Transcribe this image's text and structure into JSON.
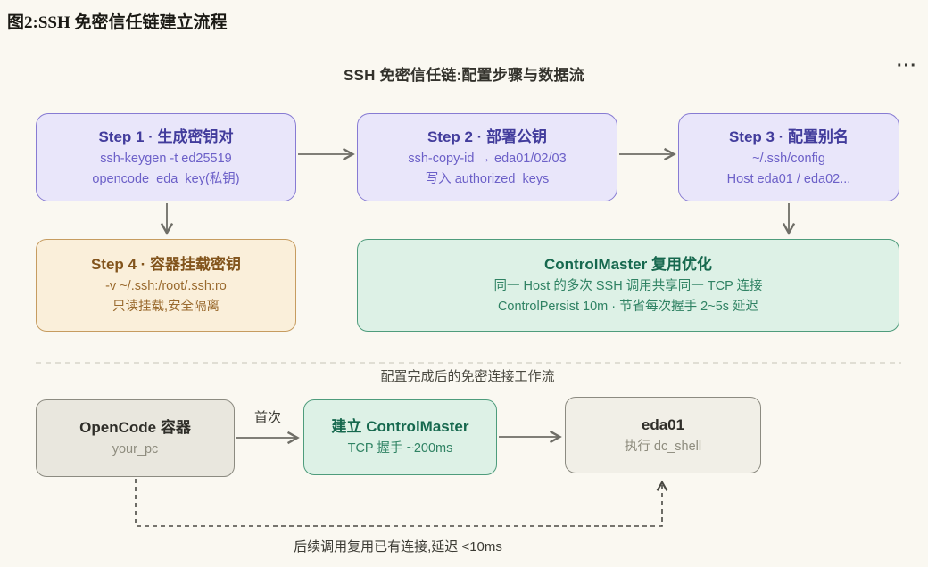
{
  "page": {
    "figure_title": "图2:SSH 免密信任链建立流程"
  },
  "diagram": {
    "title": "SSH 免密信任链:配置步骤与数据流",
    "more_options": "···"
  },
  "steps": [
    {
      "title": "Step 1 · 生成密钥对",
      "line1": "ssh-keygen -t ed25519",
      "line2": "opencode_eda_key(私钥)"
    },
    {
      "title": "Step 2 · 部署公钥",
      "line1": "ssh-copy-id → eda01/02/03",
      "line2": "写入 authorized_keys"
    },
    {
      "title": "Step 3 · 配置别名",
      "line1": "~/.ssh/config",
      "line2": "Host eda01 / eda02..."
    },
    {
      "title": "Step 4 · 容器挂载密钥",
      "line1": "-v ~/.ssh:/root/.ssh:ro",
      "line2": "只读挂载,安全隔离"
    }
  ],
  "controlmaster": {
    "title": "ControlMaster 复用优化",
    "line1": "同一 Host 的多次 SSH 调用共享同一 TCP 连接",
    "line2": "ControlPersist 10m · 节省每次握手 2~5s 延迟"
  },
  "workflow": {
    "divider_label": "配置完成后的免密连接工作流",
    "first_label": "首次",
    "reuse_label": "后续调用复用已有连接,延迟 <10ms",
    "opencode": {
      "title": "OpenCode 容器",
      "subtitle": "your_pc"
    },
    "master": {
      "title": "建立 ControlMaster",
      "subtitle": "TCP 握手 ~200ms"
    },
    "eda01": {
      "title": "eda01",
      "subtitle": "执行 dc_shell"
    }
  },
  "colors": {
    "background": "#faf8f1",
    "purple_border": "#877bd3",
    "purple_bg": "#e9e6fa",
    "purple_title": "#423c9c",
    "purple_text": "#6c60c8",
    "orange_border": "#c69c60",
    "orange_bg": "#faefda",
    "orange_title": "#82541c",
    "orange_text": "#9a6a2e",
    "green_border": "#4e9c7c",
    "green_bg": "#ddf1e6",
    "green_title": "#16684e",
    "green_text": "#2f8263",
    "gray_border": "#8c8b81",
    "gray_bg": "#e9e7de",
    "gray_title": "#2f2e29",
    "gray_text": "#8e8c7e",
    "arrow": "#6f6e67",
    "dashed_path": "#4a4943",
    "divider": "#d8d6cb"
  }
}
